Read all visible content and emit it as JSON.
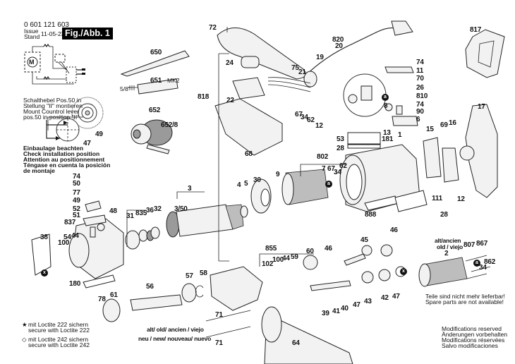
{
  "header": {
    "part_number": "0 601 121 603",
    "issue_label_1": "Issue",
    "issue_label_2": "Stand",
    "issue_date": "11-05-23",
    "figure_label": "Fig./Abb. 1"
  },
  "notes": {
    "control_lever": [
      "Schalthebel Pos.50 in",
      "Stellung \"II\" montieren",
      "Mount Countrol lever",
      "pos.50 in position \"II\""
    ],
    "installation": [
      "Einbaulage beachten",
      "Check installation position",
      "Attention au positionnement",
      "Téngase en cuenta la posición",
      "de montaje"
    ],
    "loctite_222": [
      "mit Loctite 222 sichern",
      "secure with Loctite 222"
    ],
    "loctite_242": [
      "mit Loctite 242 sichern",
      "secure with Loctite 242"
    ],
    "loctite_222_symbol": "★",
    "loctite_242_symbol": "◇",
    "old_parts_header": [
      "alt/ancien",
      "old / viejo"
    ],
    "not_available": [
      "Teile sind nicht mehr lieferbar!",
      "Spare parts are not available!"
    ],
    "modifications": [
      "Modifications reserved",
      "Änderungen vorbehalten",
      "Modifications réservées",
      "Salvo modificaciones"
    ],
    "screw_old": "alt/ old/ ancien / viejo",
    "screw_new": "neu / new/ nouveau/ nuevo",
    "size_5_8": "5/8\"",
    "mk2": "MK2",
    "motor_symbol": "M",
    "grease_mark": "a",
    "loctite_mark": "x"
  },
  "parts": {
    "p650": "650",
    "p651": "651",
    "p652": "652",
    "p652_8": "652/8",
    "p72": "72",
    "p24": "24",
    "p818": "818",
    "p22": "22",
    "p68": "68",
    "p75": "75",
    "p21": "21",
    "p820": "820",
    "p20": "20",
    "p19": "19",
    "p67a": "67",
    "p34a": "34",
    "p62a": "62",
    "p12a": "12",
    "p74a": "74",
    "p11": "11",
    "p70": "70",
    "p26": "26",
    "p810": "810",
    "p8": "8",
    "p74b": "74",
    "p90": "90",
    "p6": "6",
    "p817": "817",
    "p17": "17",
    "p15": "15",
    "p69": "69",
    "p16": "16",
    "p53": "53",
    "p13": "13",
    "p181": "181",
    "p1": "1",
    "p28a": "28",
    "p802": "802",
    "p7": "7",
    "p67b": "67",
    "p34b": "34",
    "p62b": "62",
    "p9": "9",
    "p30": "30",
    "p4": "4",
    "p5": "5",
    "p111": "111",
    "p12b": "12",
    "p888": "888",
    "p28b": "28",
    "p3": "3",
    "p3_50": "3/50",
    "p31": "31",
    "p835": "835",
    "p36": "36",
    "p32": "32",
    "p74c": "74",
    "p50": "50",
    "p77": "77",
    "p49a": "49",
    "p52": "52",
    "p51": "51",
    "p48": "48",
    "p837": "837",
    "p54": "54",
    "p44a": "44",
    "p100a": "100",
    "p38": "38",
    "p180": "180",
    "p49b": "49",
    "p47a": "47",
    "p855": "855",
    "p102": "102",
    "p100b": "100",
    "p44b": "44",
    "p59": "59",
    "p60": "60",
    "p46a": "46",
    "p45": "45",
    "p46b": "46",
    "p57": "57",
    "p58": "58",
    "p39": "39",
    "p41": "41",
    "p40": "40",
    "p47b": "47",
    "p43": "43",
    "p42": "42",
    "p47c": "47",
    "p78": "78",
    "p61": "61",
    "p56": "56",
    "p71a": "71",
    "p71b": "71",
    "p64": "64",
    "p2": "2",
    "p807": "807",
    "p867": "867",
    "p862": "862",
    "p34c": "34"
  }
}
